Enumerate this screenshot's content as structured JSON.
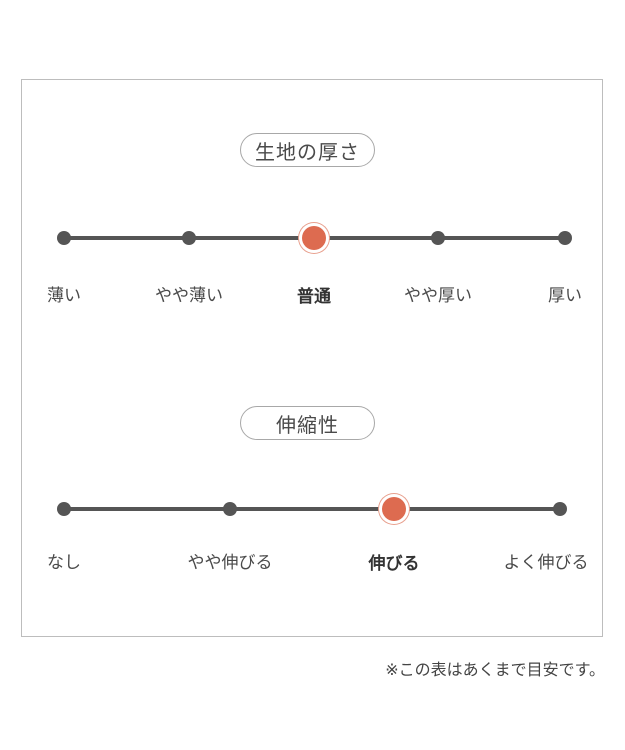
{
  "thickness": {
    "title": "生地の厚さ",
    "options": [
      "薄い",
      "やや薄い",
      "普通",
      "やや厚い",
      "厚い"
    ],
    "selected_index": 2
  },
  "stretch": {
    "title": "伸縮性",
    "options": [
      "なし",
      "やや伸びる",
      "伸びる",
      "よく伸びる"
    ],
    "selected_index": 2
  },
  "note": "※この表はあくまで目安です。",
  "colors": {
    "line": "#555555",
    "selected": "#dd6b50",
    "border": "#bdbdbd"
  }
}
